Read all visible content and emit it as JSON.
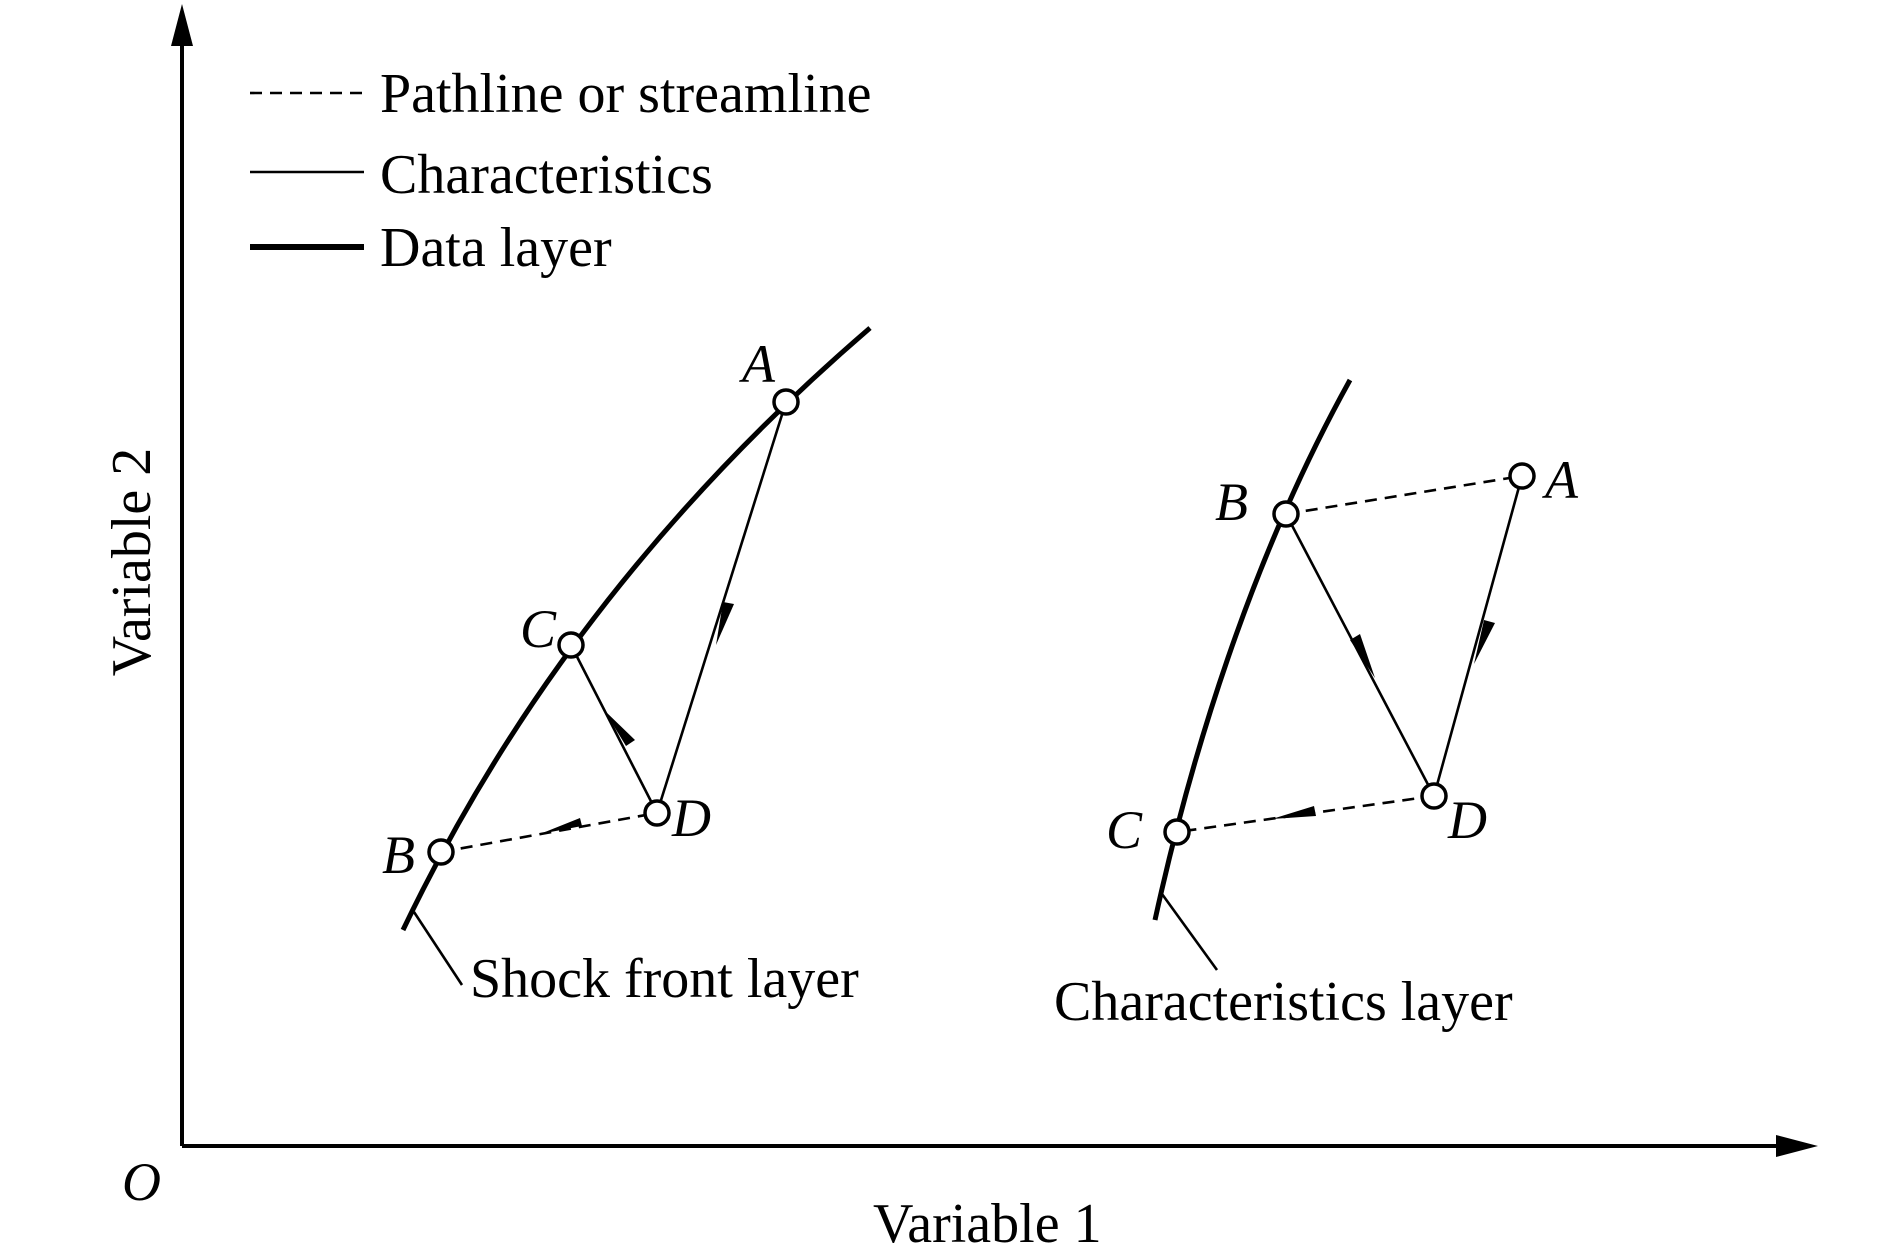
{
  "axes": {
    "x_label": "Variable 1",
    "y_label": "Variable 2",
    "origin_label": "O"
  },
  "legend": {
    "items": [
      {
        "style": "dashed",
        "label": "Pathline or streamline"
      },
      {
        "style": "thin",
        "label": "Characteristics"
      },
      {
        "style": "thick",
        "label": "Data layer"
      }
    ]
  },
  "left_diagram": {
    "layer_label": "Shock front layer",
    "points": {
      "A": "A",
      "B": "B",
      "C": "C",
      "D": "D"
    }
  },
  "right_diagram": {
    "layer_label": "Characteristics layer",
    "points": {
      "A": "A",
      "B": "B",
      "C": "C",
      "D": "D"
    }
  },
  "colors": {
    "ink": "#000000",
    "background": "#ffffff"
  }
}
